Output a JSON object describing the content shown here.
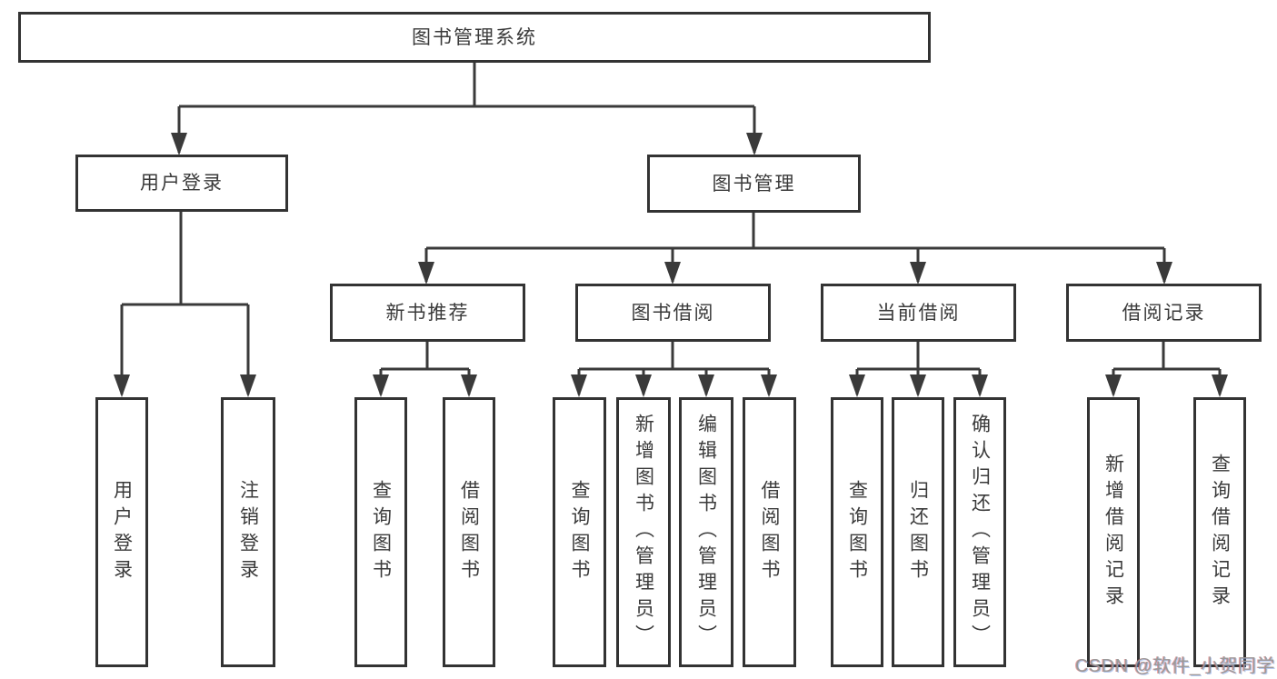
{
  "diagram": {
    "root": {
      "label": "图书管理系统"
    },
    "level2": {
      "user_login": {
        "label": "用户登录"
      },
      "book_management": {
        "label": "图书管理"
      }
    },
    "level3": {
      "new_book_recommend": {
        "label": "新书推荐"
      },
      "book_borrow": {
        "label": "图书借阅"
      },
      "current_borrow": {
        "label": "当前借阅"
      },
      "borrow_records": {
        "label": "借阅记录"
      }
    },
    "leaves": {
      "user_login": [
        "用户登录",
        "注销登录"
      ],
      "new_book_recommend": [
        "查询图书",
        "借阅图书"
      ],
      "book_borrow": [
        "查询图书",
        "新增图书（管理员）",
        "编辑图书（管理员）",
        "借阅图书"
      ],
      "current_borrow": [
        "查询图书",
        "归还图书",
        "确认归还（管理员）"
      ],
      "borrow_records": [
        "新增借阅记录",
        "查询借阅记录"
      ]
    }
  },
  "watermark": {
    "text": "CSDN @软件_小贺同学",
    "color": "#9a9a9a"
  },
  "colors": {
    "line": "#3a3a3a",
    "border": "#333333",
    "text": "#3a3a3a",
    "background": "#ffffff"
  }
}
